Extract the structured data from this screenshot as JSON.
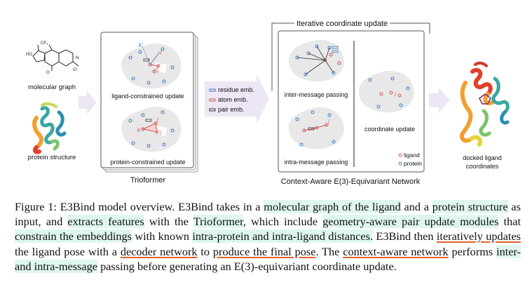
{
  "figure": {
    "left": {
      "molecular_graph_label": "molecular graph",
      "protein_structure_label": "protein structure"
    },
    "trioformer": {
      "title": "Trioformer",
      "top_panel_label": "ligand-constrained update",
      "bottom_panel_label": "protein-constrained update"
    },
    "embeddings_legend": {
      "items": [
        {
          "label": "residue emb.",
          "color": "#3a78c0"
        },
        {
          "label": "atom emb.",
          "color": "#d9534f"
        },
        {
          "label": "pair emb.",
          "color": "#333333"
        }
      ]
    },
    "network": {
      "loop_label": "Iterative coordinate update",
      "title": "Context-Aware E(3)-Equivariant Network",
      "inter_label": "inter-message passing",
      "intra_label": "intra-message passing",
      "coord_label": "coordinate update",
      "legend_ligand": "ligand",
      "legend_protein": "protein"
    },
    "output": {
      "label_line1": "docked ligand",
      "label_line2": "coordinates"
    },
    "symbols": {
      "i": "i",
      "j": "j",
      "k": "k",
      "k_prime": "k'"
    },
    "colors": {
      "protein_blue": "#3a78c0",
      "ligand_red": "#d9534f",
      "blob_gray": "#e8e8e8",
      "arrow_purple": "#ece6f5",
      "highlight_teal": "#dff6f0",
      "underline_orange": "#e0622a"
    }
  },
  "caption": {
    "s01": "Figure 1: E3Bind model overview. E3Bind takes in a ",
    "s02": "molecular graph of the ligand",
    "s03": " and a ",
    "s04": "protein structure",
    "s05": " as input, and ",
    "s06": "extracts features",
    "s07": " with the ",
    "s08": "Trioformer",
    "s09": ", which include ",
    "s10": "geometry-aware pair update modules",
    "s11": " that ",
    "s12": "constrain the embeddings",
    "s13": " with known ",
    "s14": "intra-protein and intra-ligand distances.",
    "s15": " E3Bind then ",
    "s16": "iteratively updates",
    "s17": " the ligand pose with a ",
    "s18": "decoder network",
    "s19": " to ",
    "s20": "produce the final pose",
    "s21": ". The ",
    "s22": "context-aware network",
    "s23": " performs ",
    "s24": "inter- and intra-message",
    "s25": " passing before generating an E(3)-equivariant coordinate update."
  }
}
